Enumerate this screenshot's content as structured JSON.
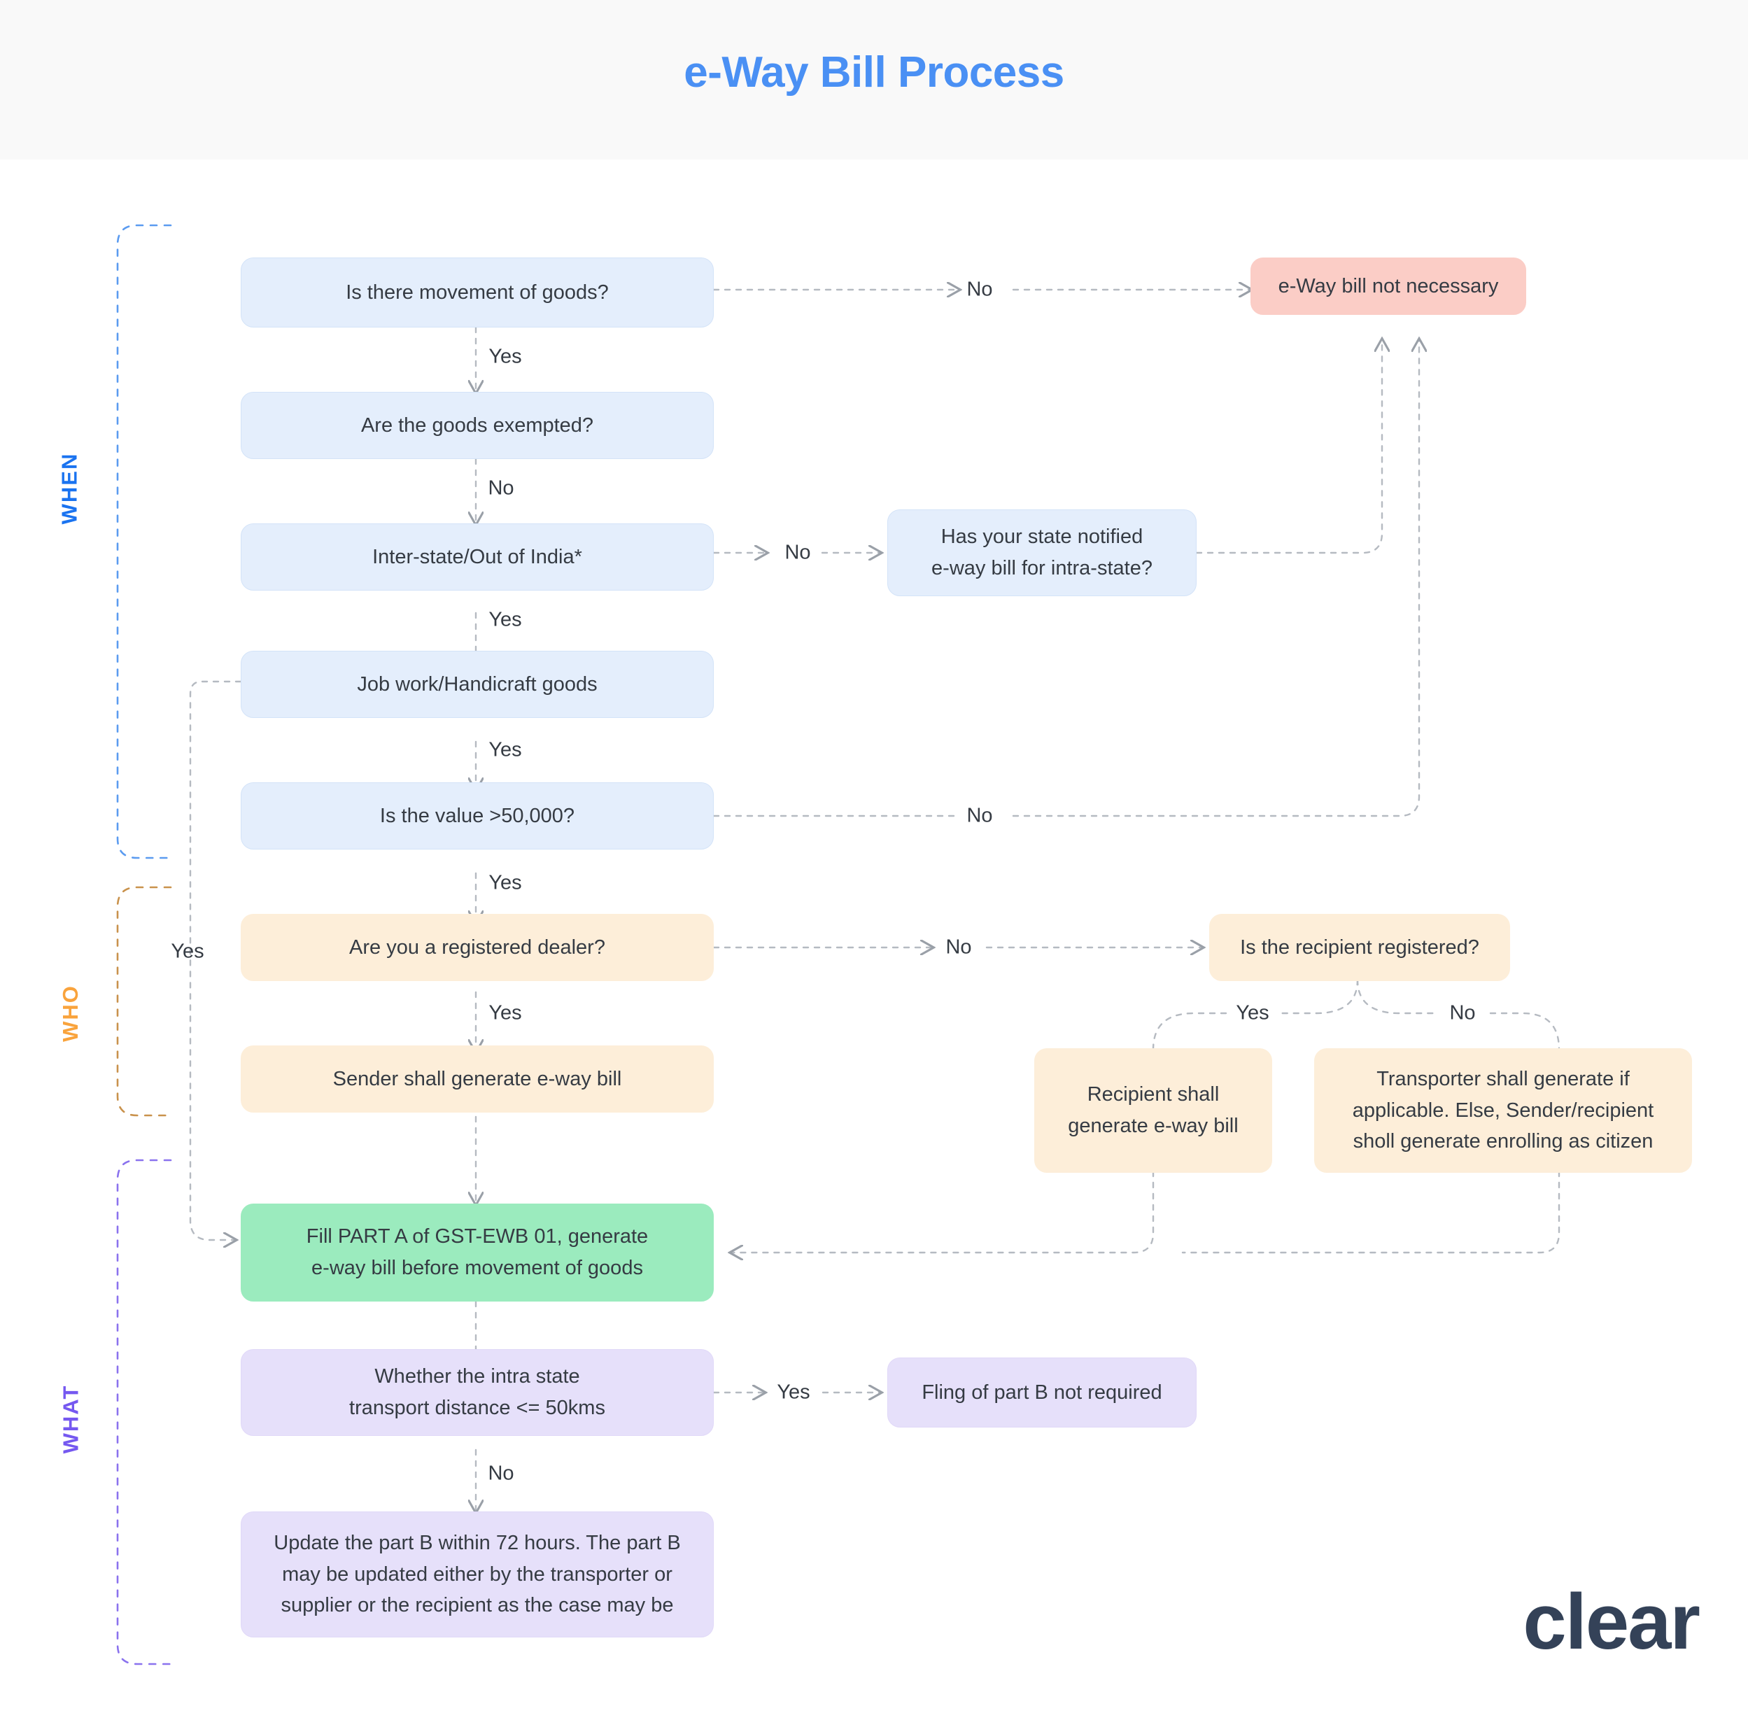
{
  "header": {
    "title": "e-Way Bill Process",
    "title_color": "#4a90f4",
    "band_color": "#f9f9f9"
  },
  "brand": {
    "logo_text": "clear",
    "color": "#344258"
  },
  "phases": [
    {
      "name": "when",
      "label": "WHEN",
      "color": "#1a73f0"
    },
    {
      "name": "who",
      "label": "WHO",
      "color": "#f9a33c"
    },
    {
      "name": "what",
      "label": "WHAT",
      "color": "#7558f0"
    }
  ],
  "nodes": {
    "movement": {
      "label": "Is there movement of goods?",
      "color": "#e4eefc",
      "phase": "when"
    },
    "not_necessary": {
      "label": "e-Way bill not necessary",
      "color": "#fbcdc6",
      "phase": "when"
    },
    "exempted": {
      "label": "Are the goods exempted?",
      "color": "#e4eefc",
      "phase": "when"
    },
    "interstate": {
      "label": "Inter-state/Out of India*",
      "color": "#e4eefc",
      "phase": "when"
    },
    "state_notified": {
      "line1": "Has your state notified",
      "line2": "e-way bill for intra-state?",
      "color": "#e4eefc",
      "phase": "when"
    },
    "jobwork": {
      "label": "Job work/Handicraft goods",
      "color": "#e4eefc",
      "phase": "when"
    },
    "value": {
      "label": "Is the value >50,000?",
      "color": "#e4eefc",
      "phase": "when"
    },
    "registered": {
      "label": "Are you a registered dealer?",
      "color": "#fdeed9",
      "phase": "who"
    },
    "recipient_reg": {
      "label": "Is the recipient registered?",
      "color": "#fdeed9",
      "phase": "who"
    },
    "sender_gen": {
      "label": "Sender shall generate e-way bill",
      "color": "#fdeed9",
      "phase": "who"
    },
    "recipient_gen": {
      "line1": "Recipient shall",
      "line2": "generate e-way bill",
      "color": "#fdeed9",
      "phase": "who"
    },
    "transporter_gen": {
      "line1": "Transporter shall generate if",
      "line2": "applicable. Else, Sender/recipient",
      "line3": "sholl generate enrolling as citizen",
      "color": "#fdeed9",
      "phase": "who"
    },
    "part_a": {
      "line1": "Fill PART A of GST-EWB 01, generate",
      "line2": "e-way bill before movement of goods",
      "color": "#9bebbe",
      "phase": "what"
    },
    "intra_distance": {
      "line1": "Whether the intra state",
      "line2": "transport distance <= 50kms",
      "color": "#e6e0fa",
      "phase": "what"
    },
    "no_part_b": {
      "label": "Fling of part B not required",
      "color": "#e6e0fa",
      "phase": "what"
    },
    "update_part_b": {
      "line1": "Update the part B within 72 hours. The part B",
      "line2": "may be updated either by the transporter or",
      "line3": "supplier or the recipient as the case may be",
      "color": "#e6e0fa",
      "phase": "what"
    }
  },
  "edge_labels": {
    "movement_no": "No",
    "movement_yes": "Yes",
    "exempted_no": "No",
    "interstate_no": "No",
    "interstate_yes": "Yes",
    "jobwork_yes": "Yes",
    "jobwork_side_yes": "Yes",
    "value_no": "No",
    "value_yes": "Yes",
    "registered_no": "No",
    "registered_yes": "Yes",
    "recipient_yes": "Yes",
    "recipient_no": "No",
    "intra_yes": "Yes",
    "intra_no": "No"
  }
}
